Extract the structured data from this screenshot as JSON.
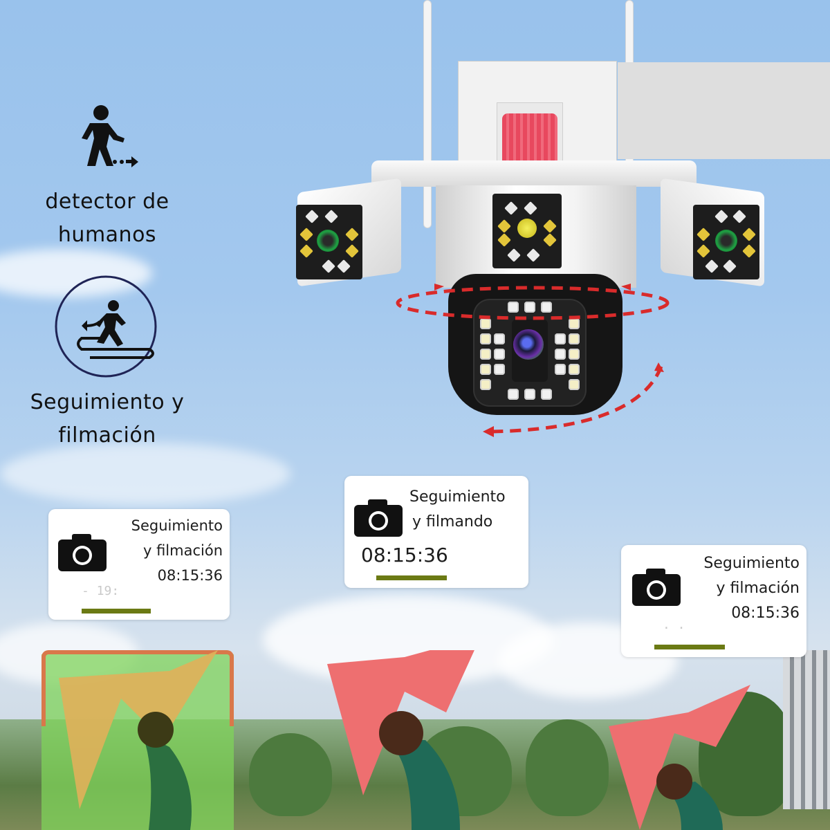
{
  "features": [
    {
      "icon": "walking-person-arrow-icon",
      "label_line1": "detector de",
      "label_line2": "humanos"
    },
    {
      "icon": "person-tracking-circle-icon",
      "label_line1": "Seguimiento y",
      "label_line2": "filmación"
    }
  ],
  "product": {
    "name": "dual-lens-ptz-security-camera",
    "accent_red": "#e8485e",
    "arrow_color": "#d92b2b"
  },
  "cards": [
    {
      "icon": "camera-icon",
      "line1": "Seguimiento",
      "line2": "y filmación",
      "time": "08:15:36",
      "ghost": "- 19:",
      "bar_color": "#6b7a14"
    },
    {
      "icon": "camera-icon",
      "line1": "Seguimiento",
      "line2": "y filmando",
      "time": "08:15:36",
      "bar_color": "#6b7a14"
    },
    {
      "icon": "camera-icon",
      "line1": "Seguimiento",
      "line2": "y filmación",
      "time": "08:15:36",
      "ghost": "· ·",
      "bar_color": "#6b7a14"
    }
  ],
  "scene": {
    "frames": [
      "detected-frame-green",
      "tracking-frame-red",
      "tracking-frame-red"
    ],
    "highlight_color": "#7fd35a",
    "bbox_color": "#d9784a"
  }
}
